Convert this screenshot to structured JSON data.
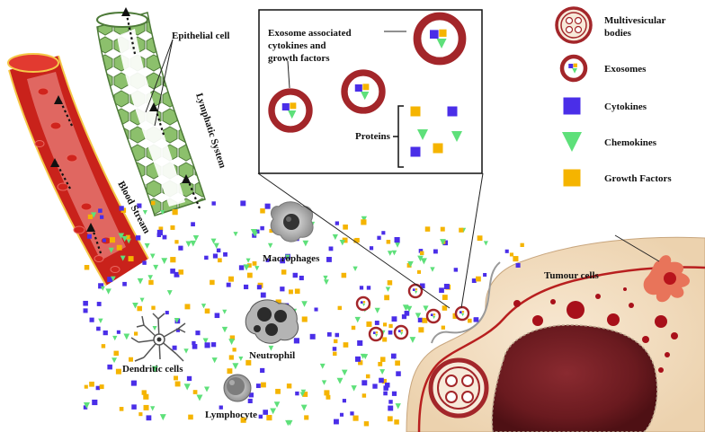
{
  "labels": {
    "epithelial": "Epithelial cell",
    "lymphatic": "Lymphatic System",
    "blood": "Blood Stream",
    "macrophages": "Macrophages",
    "neutrophil": "Neutrophil",
    "dendritic": "Dendritic cells",
    "lymphocyte": "Lymphocyte",
    "tumour": "Tumour cells"
  },
  "inset": {
    "title_lines": [
      "Exosome associated",
      "cytokines and",
      "growth factors"
    ],
    "proteins_label": "Proteins"
  },
  "legend": {
    "items": [
      {
        "name": "multivesicular",
        "lines": [
          "Multivesicular",
          "bodies"
        ]
      },
      {
        "name": "exosomes",
        "lines": [
          "Exosomes"
        ]
      },
      {
        "name": "cytokines",
        "lines": [
          "Cytokines"
        ],
        "color": "#4a2ee8"
      },
      {
        "name": "chemokines",
        "lines": [
          "Chemokines"
        ],
        "color": "#5ee07a"
      },
      {
        "name": "growth-factors",
        "lines": [
          "Growth Factors"
        ],
        "color": "#f5b400"
      }
    ]
  },
  "colors": {
    "cytokine": "#4a2ee8",
    "chemokine": "#5ee07a",
    "growth": "#f5b400",
    "exosome_ring": "#a3262a",
    "vessel": "#d9241c",
    "lymph": "#78b35a",
    "tumour_bg": "#f1dcc0"
  }
}
